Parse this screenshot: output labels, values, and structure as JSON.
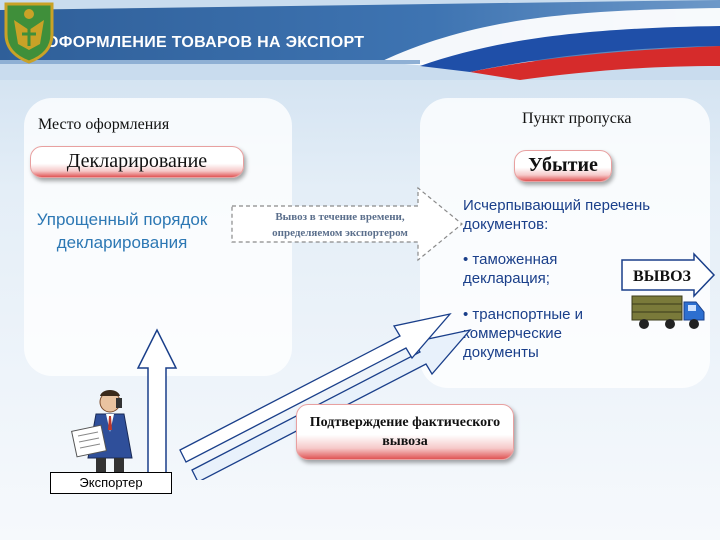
{
  "header": {
    "title": "ОФОРМЛЕНИЕ ТОВАРОВ НА ЭКСПОРТ",
    "emblem_icon": "customs-emblem-icon",
    "flag_colors": [
      "#ffffff",
      "#1f4fa8",
      "#d62b2b"
    ],
    "band_color": "#3b6ea8"
  },
  "left_panel": {
    "place_label": "Место оформления",
    "declaration_pill": "Декларирование",
    "simplified_procedure": "Упрощенный порядок декларирования"
  },
  "middle": {
    "time_arrow_text": "Вывоз в течение времени, определяемом экспортером",
    "confirmation_pill": "Подтверждение фактического вывоза"
  },
  "right_panel": {
    "checkpoint_label": "Пункт пропуска",
    "exit_pill": "Убытие",
    "documents_heading": "Исчерпывающий перечень документов:",
    "documents": [
      "• таможенная декларация;",
      "• транспортные и коммерческие документы"
    ],
    "export_arrow": "ВЫВОЗ",
    "truck_icon": "truck-icon"
  },
  "exporter": {
    "label": "Экспортер",
    "figure_icon": "businessman-phone-icon"
  },
  "colors": {
    "pill_red": "#e05555",
    "blue_text": "#2d78b4",
    "doc_text": "#1a3f8a"
  }
}
